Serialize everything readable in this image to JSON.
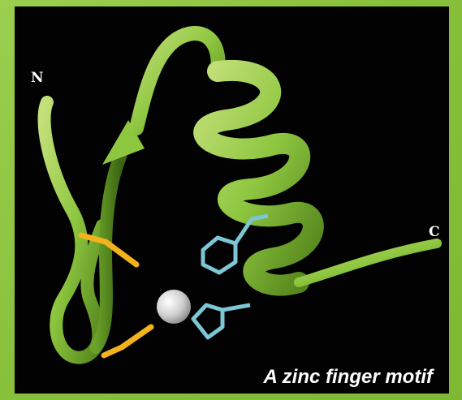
{
  "labels": {
    "n_terminus": "N",
    "c_terminus": "C"
  },
  "caption": "A zinc finger motif",
  "colors": {
    "background_border": "#8cc63f",
    "panel": "#020202",
    "ribbon": "#8dc63f",
    "zinc_ion": "#d9d9d9",
    "cysteine_sticks": "#f2b21c",
    "histidine_sticks": "#7cc6d6"
  }
}
